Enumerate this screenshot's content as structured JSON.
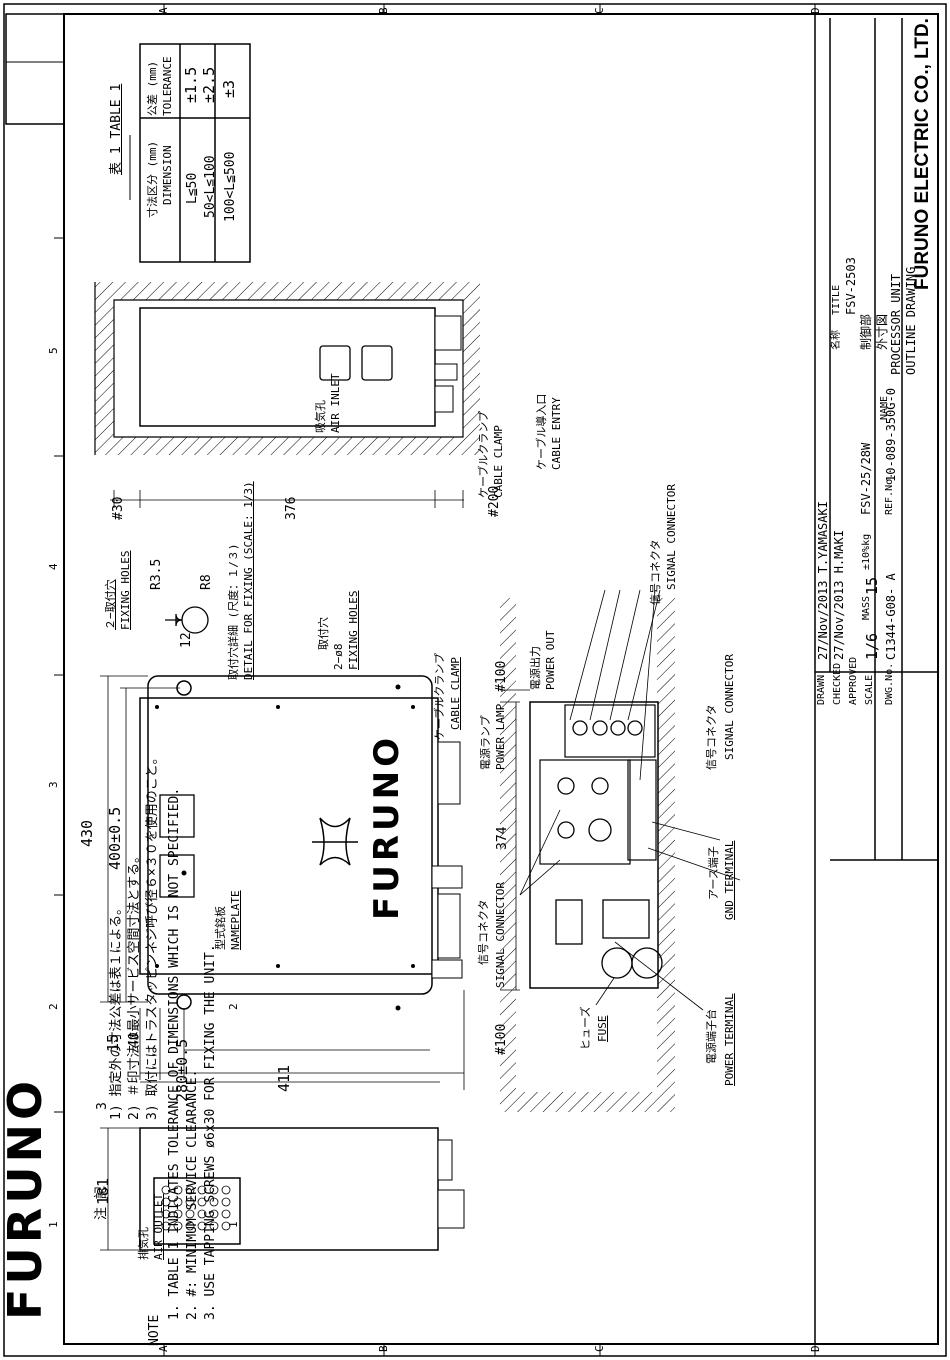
{
  "title_block": {
    "company": "FURUNO ELECTRIC CO., LTD.",
    "title_label": "TITLE",
    "model": "FSV-2503",
    "name_jp_label": "名称",
    "name_jp_1": "制御部",
    "name_jp_2": "外寸図",
    "name_label": "NAME",
    "name_en_1": "PROCESSOR UNIT",
    "name_en_2": "OUTLINE DRAWING",
    "drawn_label": "DRAWN",
    "drawn": "27/Nov/2013  T.YAMASAKI",
    "checked_label": "CHECKED",
    "checked": "27/Nov/2013  H.MAKI",
    "approved_label": "APPROVED",
    "scale_label": "SCALE",
    "scale": "1/6",
    "mass_label": "MASS",
    "mass": "15",
    "mass_unit": "±10%kg",
    "dwg_label": "DWG.No.",
    "dwg": "C1344-G08- A",
    "ref_label": "REF.No.",
    "ref": "10-089-350G-0",
    "model_ref": "FSV-25/28W"
  },
  "table1": {
    "title": "表 1  TABLE 1",
    "col1_header_jp": "寸法区分 (mm)",
    "col1_header_en": "DIMENSION",
    "col2_header_jp": "公差 (mm)",
    "col2_header_en": "TOLERANCE",
    "rows": [
      {
        "dim": "L≦50",
        "tol": "±1.5"
      },
      {
        "dim": "50<L≦100",
        "tol": "±2.5"
      },
      {
        "dim": "100<L≦500",
        "tol": "±3"
      }
    ]
  },
  "notes": {
    "jp_header": "注  記",
    "jp": [
      "1)  指定外の寸法公差は表１による。",
      "2)  ＃印寸法は最小サービス空間寸法とする。",
      "3)  取付にはトラスタッピンネジ呼び径６×３０を使用のこと。"
    ],
    "en_header": "NOTE",
    "en": [
      "1.  TABLE 1 INDICATES TOLERANCE OF DIMENSIONS WHICH IS NOT SPECIFIED.",
      "2.  #: MINIMUM SERVICE CLEARANCE.",
      "3.  USE TAPPING SCREWS ø6x30 FOR FIXING THE UNIT."
    ]
  },
  "logo_text": "FURUNO",
  "zone_marks": {
    "numbers": [
      "1",
      "2",
      "3",
      "4",
      "5"
    ],
    "letters": [
      "A",
      "B",
      "C",
      "D"
    ]
  },
  "dimensions": {
    "d181": "181",
    "d3": "3",
    "d411": "411",
    "d15": "15",
    "d40": "40",
    "d280": "280±0.5",
    "d430": "430",
    "d400": "400±0.5",
    "d374": "374",
    "d100_left": "#100",
    "d100_right": "#100",
    "d30": "#30",
    "d376": "376",
    "d200": "#200",
    "r35": "R3.5",
    "r8": "R8",
    "d12": "12"
  },
  "labels": {
    "air_outlet_jp": "排気孔",
    "air_outlet_en": "AIR OUTLET",
    "air_inlet_jp": "吸気孔",
    "air_inlet_en": "AIR INLET",
    "cable_clamp_jp_top": "ケーブルクランプ",
    "cable_clamp_en_top": "CABLE CLAMP",
    "cable_entry_jp": "ケーブル導入口",
    "cable_entry_en": "CABLE ENTRY",
    "fixing_holes2_jp": "２−取付穴",
    "fixing_holes2_en": "FIXING HOLES",
    "detail_jp": "取付穴詳細 (尺度：１/３)",
    "detail_en": "DETAIL FOR FIXING (SCALE: 1/3)",
    "fixing_holes8_jp": "取付穴",
    "fixing_holes8_jp2": "2−ø8",
    "fixing_holes8_en": "FIXING HOLES",
    "cable_clamp_jp": "ケーブルクランプ",
    "cable_clamp_en": "CABLE CLAMP",
    "nameplate_jp": "型式銘板",
    "nameplate_en": "NAMEPLATE",
    "power_out_jp": "電源出力",
    "power_out_en": "POWER OUT",
    "power_lamp_jp": "電源ランプ",
    "power_lamp_en": "POWER LAMP",
    "signal_connector_jp_1": "信号コネクタ",
    "signal_connector_en_1": "SIGNAL CONNECTOR",
    "signal_connector_jp_2": "信号コネクタ",
    "signal_connector_en_2": "SIGNAL CONNECTOR",
    "signal_connector_jp_3": "信号コネクタ",
    "signal_connector_en_3": "SIGNAL CONNECTOR",
    "gnd_jp": "アース端子",
    "gnd_en": "GND TERMINAL",
    "fuse_jp": "ヒューズ",
    "fuse_en": "FUSE",
    "power_terminal_jp": "電源端子台",
    "power_terminal_en": "POWER TERMINAL"
  }
}
